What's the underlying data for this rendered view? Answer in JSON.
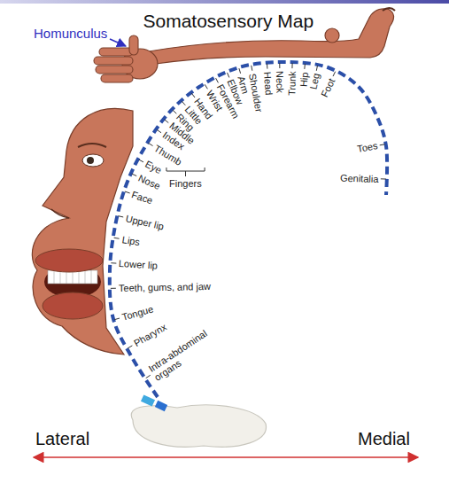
{
  "diagram": {
    "title": "Somatosensory Map",
    "labels": [
      "Homunculus",
      "Genitalia",
      "Toes",
      "Foot",
      "Leg",
      "Hip",
      "Trunk",
      "Neck",
      "Head",
      "Shoulder",
      "Arm",
      "Elbow",
      "Forearm",
      "Wrist",
      "Hand",
      "Little",
      "Ring",
      "Middle",
      "Index",
      "Thumb",
      "Eye",
      "Nose",
      "Face",
      "Upper lip",
      "Lips",
      "Lower lip",
      "Teeth, gums, and jaw",
      "Tongue",
      "Pharynx",
      "Intra-abdominal organs",
      "Fingers",
      "Lateral",
      "Medial"
    ]
  }
}
